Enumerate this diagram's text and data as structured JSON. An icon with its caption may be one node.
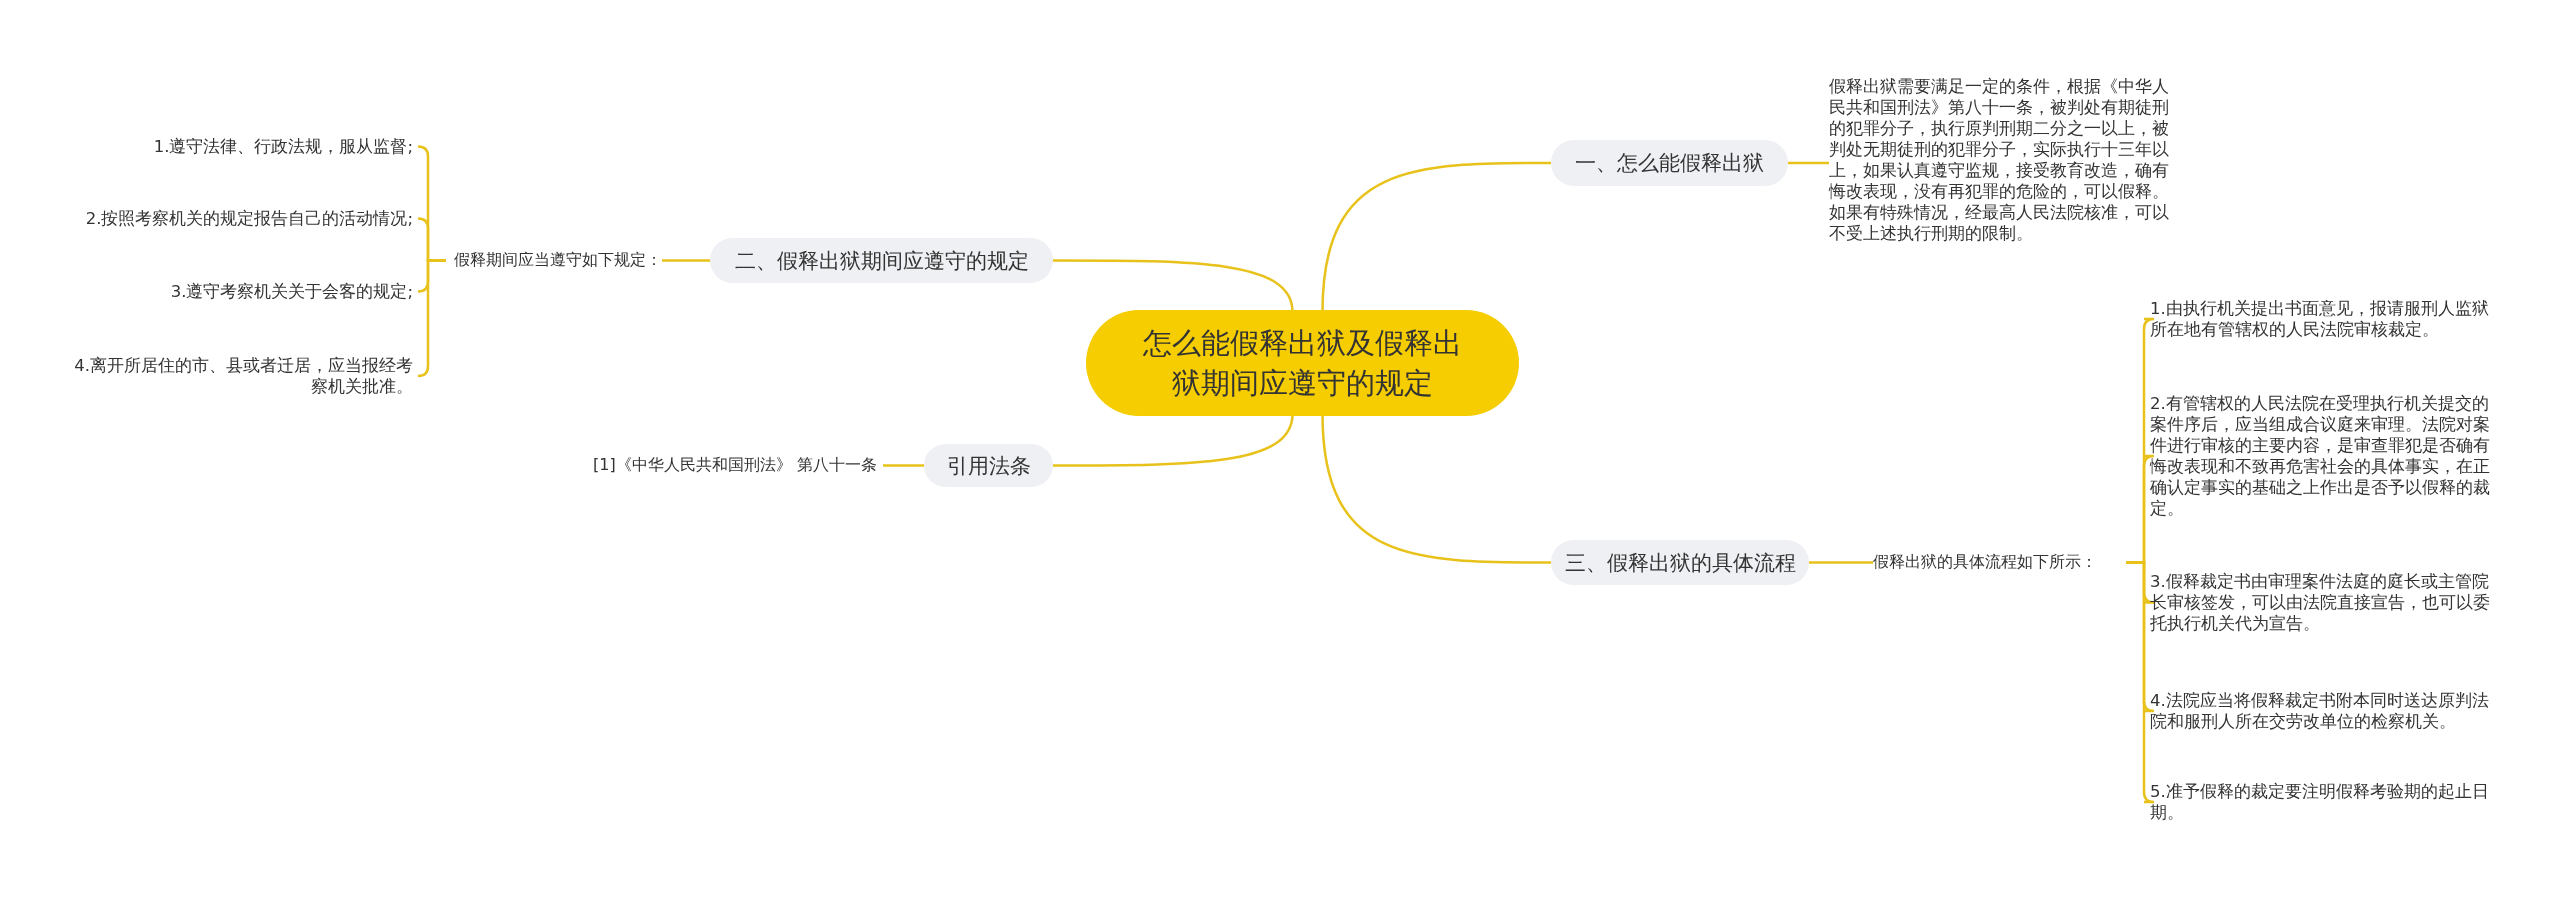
{
  "diagram": {
    "nodes": [
      {
        "text": [
          "怎么能假释出狱及假释出狱期间应遵守的规定"
        ]
      },
      {
        "text": [
          "一、怎么能假释出狱"
        ]
      },
      {
        "text": [
          "假释出狱需要满足一定的条件，根据《中华人民共和国刑法》第八十一条，被判处有期徒刑的犯罪分子，执行原判刑期二分之一以上，被判处无期徒刑的犯罪分子，实际执行十三年以上，如果认真遵守监规，接受教育改造，确有悔改表现，没有再犯罪的危险的，可以假释。如果有特殊情况，经最高人民法院核准，可以不受上述执行刑期的限制。"
        ]
      },
      {
        "text": [
          "二、假释出狱期间应遵守的规定"
        ]
      },
      {
        "text": [
          "假释期间应当遵守如下规定："
        ]
      },
      {
        "text": [
          "1.遵守法律、行政法规，服从监督;"
        ]
      },
      {
        "text": [
          "2.按照考察机关的规定报告自己的活动情况;"
        ]
      },
      {
        "text": [
          "3.遵守考察机关关于会客的规定;"
        ]
      },
      {
        "text": [
          "4.离开所居住的市、县或者迁居，应当报经考察机关批准。"
        ]
      },
      {
        "text": [
          "引用法条"
        ]
      },
      {
        "text": [
          "[1]《中华人民共和国刑法》 第八十一条"
        ]
      },
      {
        "text": [
          "三、假释出狱的具体流程"
        ]
      },
      {
        "text": [
          "假释出狱的具体流程如下所示："
        ]
      },
      {
        "text": [
          "1.由执行机关提出书面意见，报请服刑人监狱所在地有管辖权的人民法院审核裁定。"
        ]
      },
      {
        "text": [
          "2.有管辖权的人民法院在受理执行机关提交的案件序后，应当组成合议庭来审理。法院对案件进行审核的主要内容，是审查罪犯是否确有悔改表现和不致再危害社会的具体事实，在正确认定事实的基础之上作出是否予以假释的裁定。"
        ]
      },
      {
        "text": [
          "3.假释裁定书由审理案件法庭的庭长或主管院长审核签发，可以由法院直接宣告，也可以委托执行机关代为宣告。"
        ]
      },
      {
        "text": [
          "4.法院应当将假释裁定书附本同时送达原判法院和服刑人所在交劳改单位的检察机关。"
        ]
      },
      {
        "text": [
          "5.准予假释的裁定要注明假释考验期的起止日期。"
        ]
      }
    ],
    "edges": [
      {
        "from": 0,
        "to": 1,
        "arrow": "none"
      },
      {
        "from": 1,
        "to": 2,
        "arrow": "none"
      },
      {
        "from": 0,
        "to": 3,
        "arrow": "none"
      },
      {
        "from": 3,
        "to": 4,
        "arrow": "none"
      },
      {
        "from": 4,
        "to": 5,
        "arrow": "none"
      },
      {
        "from": 4,
        "to": 6,
        "arrow": "none"
      },
      {
        "from": 4,
        "to": 7,
        "arrow": "none"
      },
      {
        "from": 4,
        "to": 8,
        "arrow": "none"
      },
      {
        "from": 0,
        "to": 9,
        "arrow": "none"
      },
      {
        "from": 9,
        "to": 10,
        "arrow": "none"
      },
      {
        "from": 0,
        "to": 11,
        "arrow": "none"
      },
      {
        "from": 11,
        "to": 12,
        "arrow": "none"
      },
      {
        "from": 12,
        "to": 13,
        "arrow": "none"
      },
      {
        "from": 12,
        "to": 14,
        "arrow": "none"
      },
      {
        "from": 12,
        "to": 15,
        "arrow": "none"
      },
      {
        "from": 12,
        "to": 16,
        "arrow": "none"
      },
      {
        "from": 12,
        "to": 17,
        "arrow": "none"
      }
    ]
  }
}
